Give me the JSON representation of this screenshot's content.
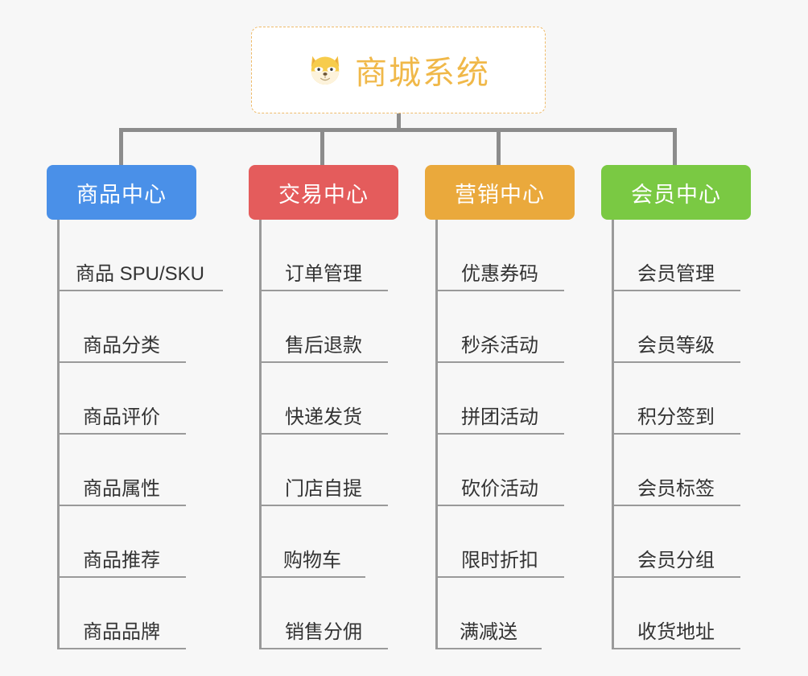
{
  "diagram": {
    "type": "org-chart",
    "background_color": "#f7f7f7",
    "root": {
      "title": "商城系统",
      "icon": "shiba-dog-face-icon",
      "border_color": "#efbb6a",
      "text_color": "#f0b849",
      "fill_color": "#ffffff"
    },
    "connector_color": "#8c8c8c",
    "branches": [
      {
        "label": "商品中心",
        "color": "#4a90e8",
        "items": [
          "商品 SPU/SKU",
          "商品分类",
          "商品评价",
          "商品属性",
          "商品推荐",
          "商品品牌"
        ]
      },
      {
        "label": "交易中心",
        "color": "#e45c5c",
        "items": [
          "订单管理",
          "售后退款",
          "快递发货",
          "门店自提",
          "购物车",
          "销售分佣"
        ]
      },
      {
        "label": "营销中心",
        "color": "#eaa93c",
        "items": [
          "优惠券码",
          "秒杀活动",
          "拼团活动",
          "砍价活动",
          "限时折扣",
          "满减送"
        ]
      },
      {
        "label": "会员中心",
        "color": "#7ac943",
        "items": [
          "会员管理",
          "会员等级",
          "积分签到",
          "会员标签",
          "会员分组",
          "收货地址"
        ]
      }
    ]
  }
}
